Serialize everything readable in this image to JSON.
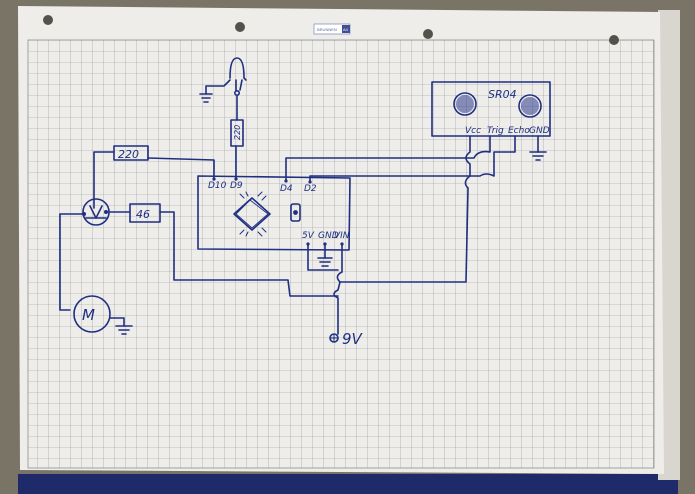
{
  "sheet": {
    "stamp_brand": "BRUNNEN",
    "stamp_code": "A4"
  },
  "sensor": {
    "name": "SR04",
    "pins": [
      "Vcc",
      "Trig",
      "Echo",
      "GND"
    ]
  },
  "microcontroller": {
    "pin_d10": "D10",
    "pin_d9": "D9",
    "pin_d4": "D4",
    "pin_d2": "D2",
    "pin_5v": "5V",
    "pin_gnd": "GND",
    "pin_vin": "VIN"
  },
  "components": {
    "resistor_led": "220",
    "resistor_base": "220",
    "resistor_mid": "46",
    "motor": "M",
    "supply": "9V"
  }
}
